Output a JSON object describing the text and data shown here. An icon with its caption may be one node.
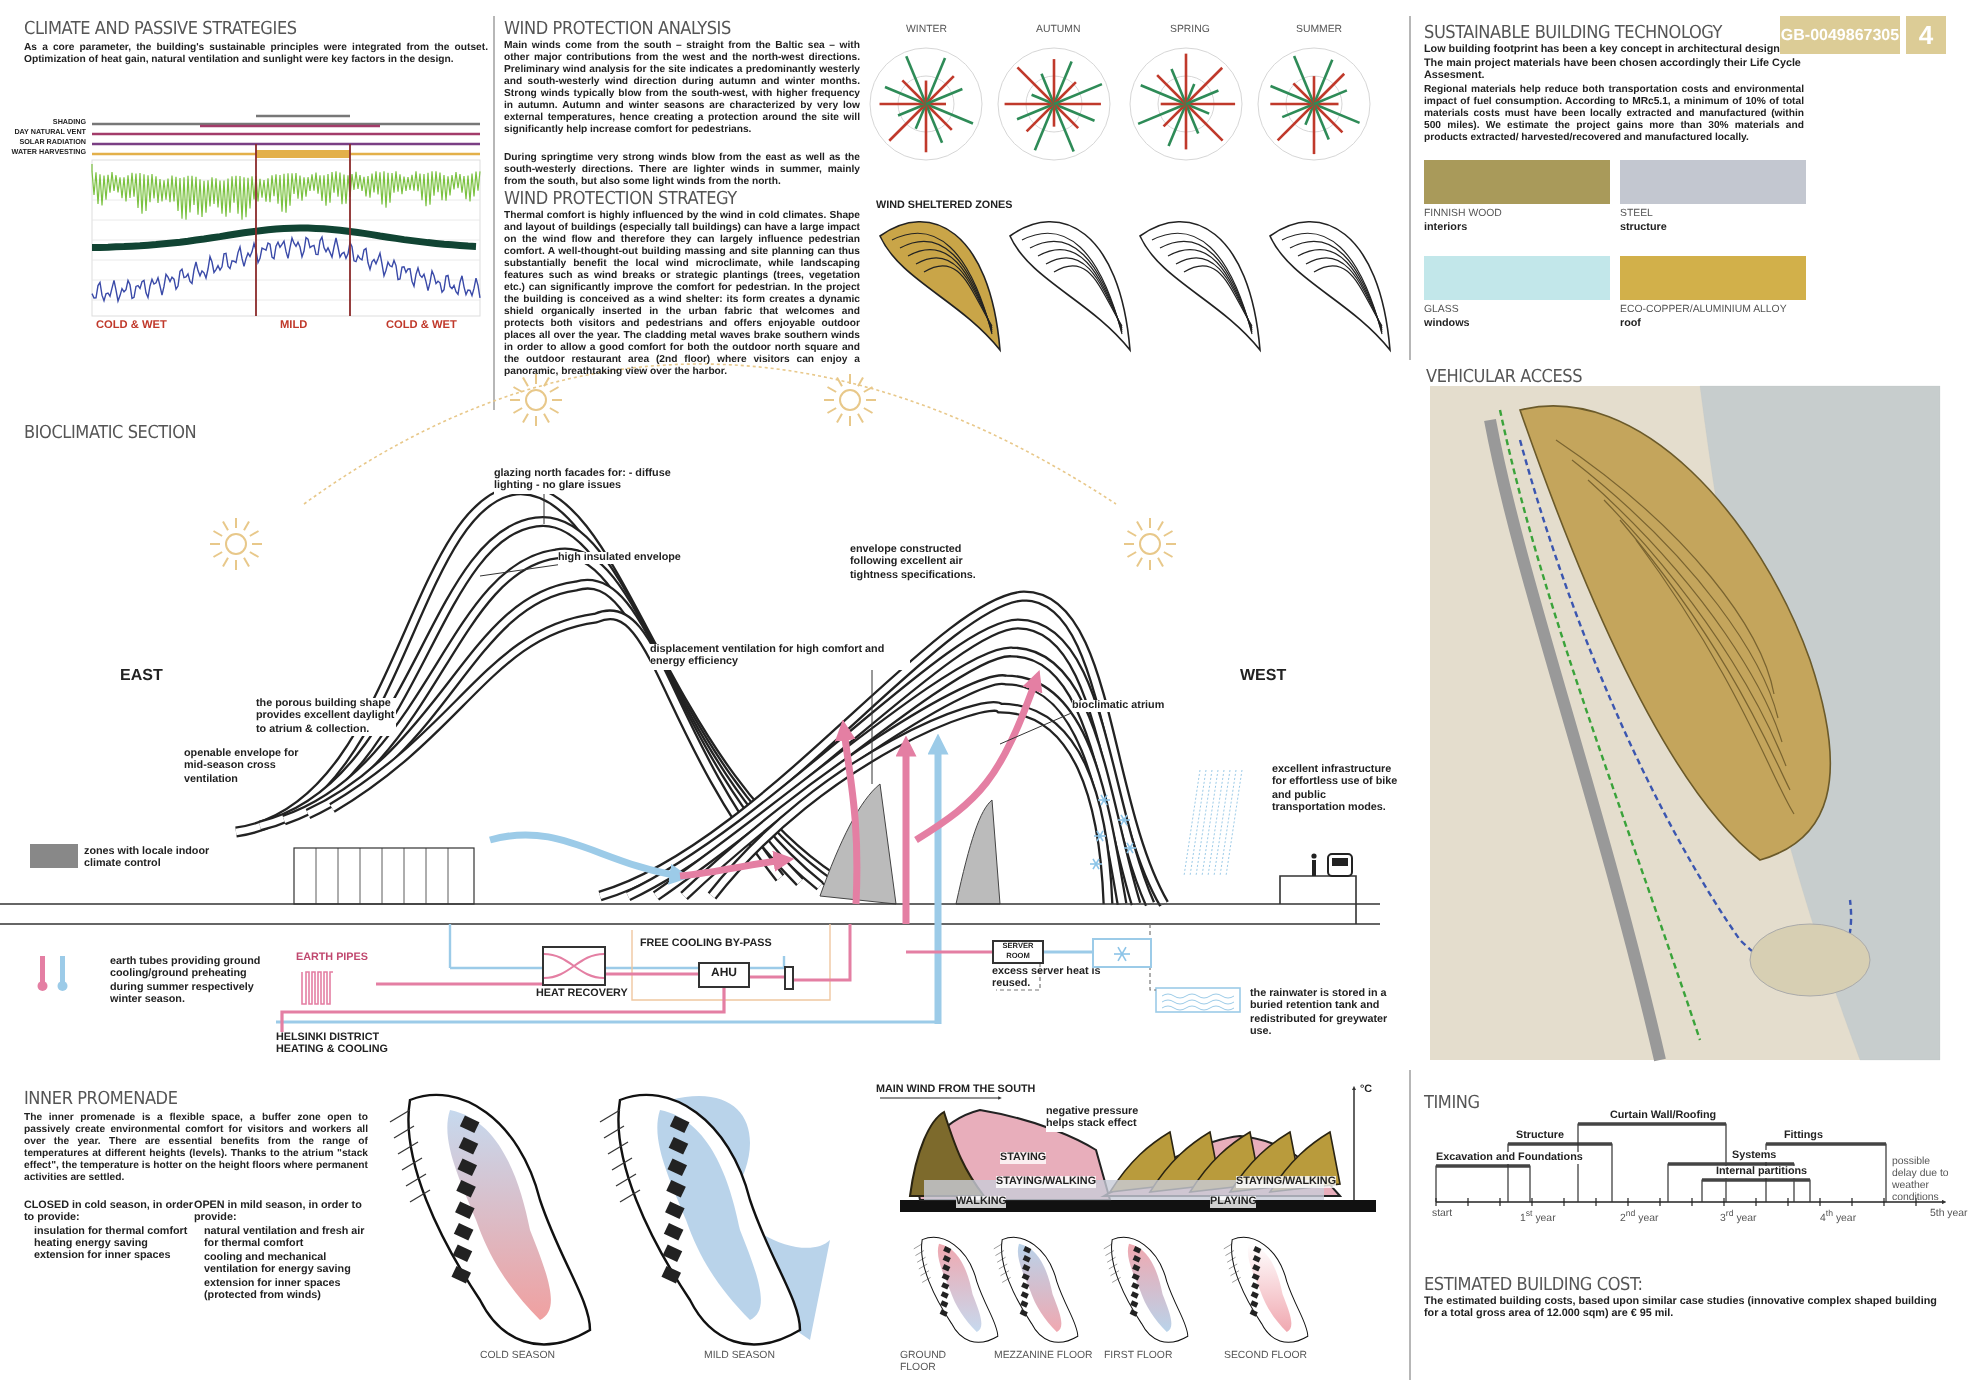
{
  "diagram": {
    "nodes": [
      {
        "text": [
          "glazing north facades for: - diffuse lighting - no glare issues"
        ]
      },
      {
        "text": [
          "high insulated envelope"
        ]
      },
      {
        "text": [
          "displacement ventilation for high comfort and energy efficiency"
        ]
      },
      {
        "text": [
          "bioclimatic atrium"
        ]
      },
      {
        "text": [
          "EARTH PIPES"
        ]
      },
      {
        "text": [
          "HEAT RECOVERY"
        ]
      },
      {
        "text": [
          "AHU"
        ]
      },
      {
        "text": [],
        "shape": "box"
      },
      {
        "text": [
          "SERVER ROOM"
        ],
        "beside": [
          "excess server heat is reused."
        ]
      },
      {
        "text": [],
        "shape": "box"
      },
      {
        "text": [
          "HELSINKI DISTRICT HEATING & COOLING"
        ]
      }
    ],
    "edges": [
      {
        "from": 0,
        "to": null,
        "arrow": "none"
      },
      {
        "from": 1,
        "to": null,
        "arrow": "none"
      },
      {
        "from": 2,
        "to": null,
        "arrow": "none"
      },
      {
        "from": 3,
        "to": null,
        "arrow": "none"
      },
      {
        "from": 4,
        "to": 5,
        "arrow": "none",
        "color": "#e47fa3"
      },
      {
        "from": 5,
        "to": 6,
        "arrow": "none",
        "color": "#e47fa3"
      },
      {
        "from": 6,
        "to": 7,
        "arrow": "none",
        "color": "#e47fa3"
      },
      {
        "from": 10,
        "to": 6,
        "arrow": "none",
        "color": "#e47fa3"
      },
      {
        "from": 8,
        "to": 9,
        "arrow": "none",
        "color": "#9ccbe8"
      }
    ],
    "labels": [
      "CLIMATE AND PASSIVE STRATEGIES",
      "As a core parameter, the building's sustainable principles were integrated from the outset. Optimization of heat gain, natural ventilation and sunlight were key factors in the design.",
      "COLD & WET",
      "MILD",
      "COLD & WET",
      "WIND PROTECTION ANALYSIS",
      "Main winds come from the south – straight from the Baltic sea – with other major contributions from the west and the north-west directions. Preliminary wind analysis for the site indicates a predominantly westerly and south-westerly wind direction during autumn and winter months. Strong winds typically blow from the south-west, with higher frequency in autumn. Autumn and winter seasons are characterized by very low external temperatures, hence creating a protection around the site will significantly help increase comfort for pedestrians.",
      "During springtime very strong winds blow from the east as well as the south-westerly directions. There are lighter winds in summer, mainly from the south, but also some light winds from the north.",
      "WIND PROTECTION STRATEGY",
      "Thermal comfort is highly influenced by the wind in cold climates. Shape and layout of buildings (especially tall buildings) can have a large impact on the wind flow and therefore they can largely influence pedestrian comfort. A well-thought-out building massing and site planning can thus substantially benefit the local wind microclimate, while landscaping features such as wind breaks or strategic plantings (trees, vegetation etc.) can significantly improve the comfort for pedestrian. In the project the building is conceived as a wind shelter: its form creates a dynamic shield organically inserted in the urban fabric that welcomes and protects both visitors and pedestrians and offers enjoyable outdoor places all over the year. The cladding metal waves brake southern winds in order to allow a good comfort for both the outdoor north square and the outdoor restaurant area (2nd floor) where visitors can enjoy a panoramic, breathtaking view over the harbor.",
      "WINTER",
      "AUTUMN",
      "SPRING",
      "SUMMER",
      "WIND SHELTERED ZONES",
      "SUSTAINABLE BUILDING TECHNOLOGY",
      "Low building footprint has been a key concept in architectural design.",
      "The main project materials have been chosen accordingly their Life Cycle Assesment.",
      "Regional materials help reduce both transportation costs and environmental impact of fuel consumption. According to MRc5.1, a minimum of 10% of total materials costs must have been locally extracted and manufactured (within 500 miles). We estimate the project gains more than 30% materials and products extracted/ harvested/recovered and manufactured locally.",
      "GB-0049867305",
      "4",
      "BIOCLIMATIC SECTION",
      "EAST",
      "WEST",
      "envelope constructed following excellent air tightness specifications.",
      "the porous building shape provides excellent daylight to atrium & collection.",
      "openable envelope for mid-season cross ventilation",
      "excellent infrastructure for effortless use of bike and public transportation modes.",
      "zones with locale indoor climate control",
      "earth tubes providing ground cooling/ground preheating during summer respectively winter season.",
      "FREE COOLING BY-PASS",
      "the rainwater is stored in a buried retention tank and redistributed for greywater use.",
      "VEHICULAR ACCESS",
      "INNER PROMENADE",
      "The inner promenade is a flexible space, a buffer zone open to passively create environmental comfort for visitors and workers all over the year. There are essential benefits from the range of temperatures at different heights (levels). Thanks to the atrium \"stack effect\", the temperature is hotter on the height floors where permanent activities are settled.",
      "CLOSED in cold season, in order to provide:",
      "insulation for thermal comfort",
      "heating energy saving",
      "extension for inner spaces",
      "OPEN in mild season, in order to provide:",
      "natural ventilation and fresh air for thermal comfort",
      "cooling and mechanical ventilation for energy saving",
      "extension for inner spaces (protected from winds)",
      "COLD SEASON",
      "MILD SEASON",
      "MAIN WIND FROM THE SOUTH",
      "negative pressure helps stack effect",
      "STAYING",
      "STAYING/WALKING",
      "WALKING",
      "STAYING/WALKING",
      "PLAYING",
      "°C",
      "GROUND FLOOR",
      "MEZZANINE FLOOR",
      "FIRST FLOOR",
      "SECOND FLOOR",
      "TIMING",
      "Curtain Wall/Roofing",
      "Structure",
      "Excavation and Foundations",
      "Systems",
      "Internal partitions",
      "Fittings",
      "possible delay due to weather conditions",
      "start",
      "1$^{st}$ year",
      "2$^{nd}$ year",
      "3$^{rd}$ year",
      "4$^{th}$ year",
      "5th year",
      "ESTIMATED BUILDING COST:",
      "The estimated building costs, based upon similar case studies (innovative complex shaped building for a total gross area of 12.000 sqm) are € 95 mil.",
      "interiors",
      "structure",
      "windows",
      "roof"
    ],
    "legend": [
      {
        "text": "SHADING"
      },
      {
        "text": "DAY NATURAL VENT"
      },
      {
        "text": "SOLAR RADIATION"
      },
      {
        "text": "WATER HARVESTING"
      },
      {
        "text": "FINNISH WOOD",
        "color": "#a99a5a"
      },
      {
        "text": "STEEL",
        "color": "#c3c7d0"
      },
      {
        "text": "GLASS",
        "color": "#c2e7ea"
      },
      {
        "text": "ECO-COPPER/ALUMINIUM ALLOY",
        "color": "#d2b04a"
      }
    ]
  }
}
